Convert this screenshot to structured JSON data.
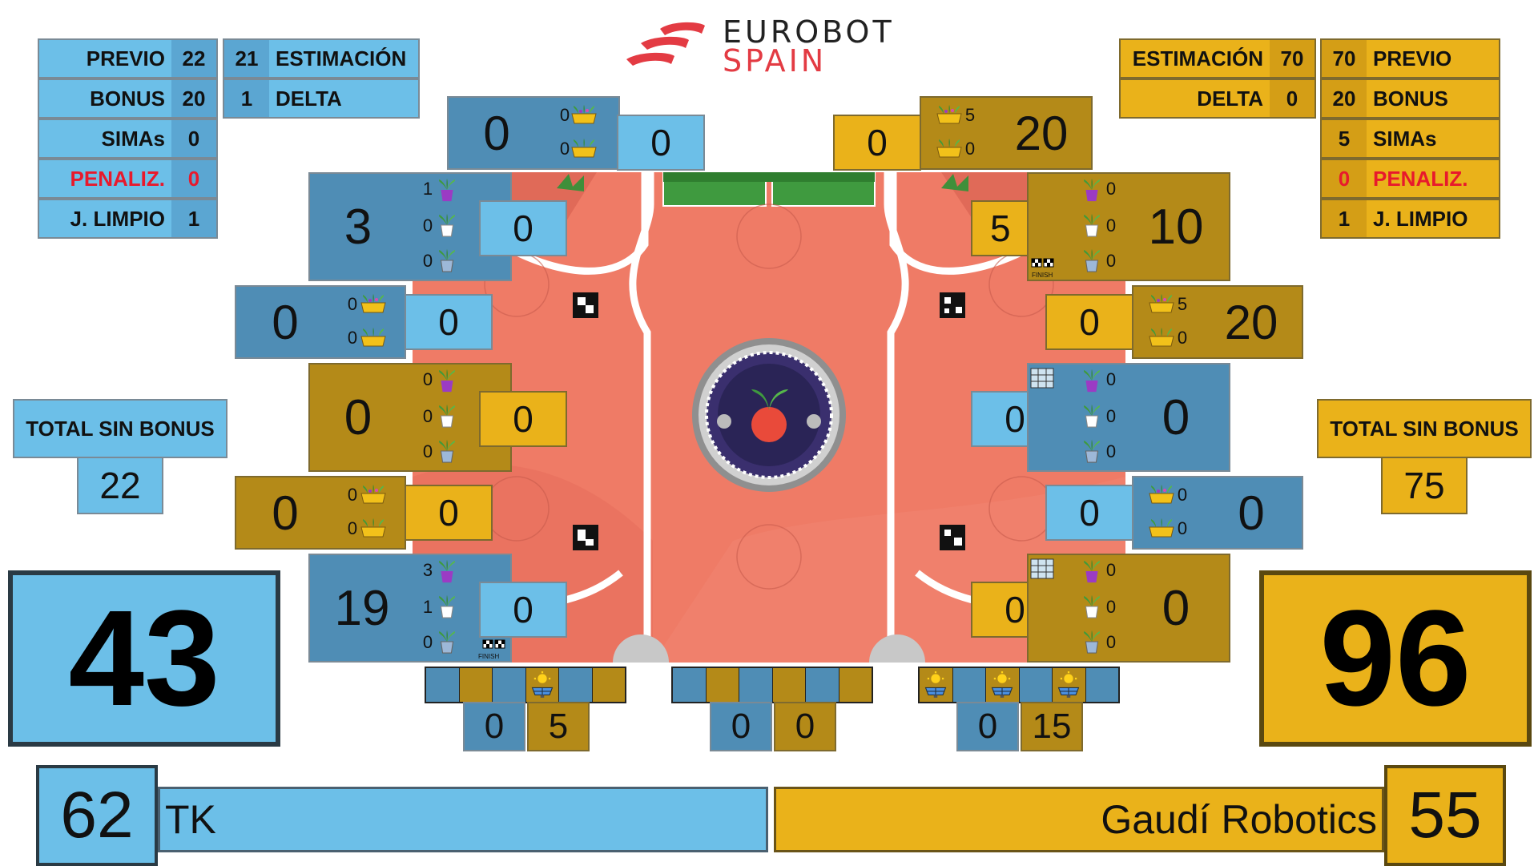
{
  "logo": {
    "line1": "EUROBOT",
    "line2": "SPAIN"
  },
  "colors": {
    "blue": "#6cbfe8",
    "yellow": "#eab21a",
    "red": "#e8192c"
  },
  "blue": {
    "stats": [
      {
        "label": "PREVIO",
        "value": "22"
      },
      {
        "label": "BONUS",
        "value": "20"
      },
      {
        "label": "SIMAs",
        "value": "0"
      },
      {
        "label": "PENALIZ.",
        "value": "0"
      },
      {
        "label": "J. LIMPIO",
        "value": "1"
      }
    ],
    "estimacion": {
      "label": "ESTIMACIÓN",
      "value": "21"
    },
    "delta": {
      "label": "DELTA",
      "value": "1"
    },
    "total_label": "TOTAL SIN BONUS",
    "total_value": "22",
    "score": "43",
    "team_score": "62",
    "team_name": "TK"
  },
  "yellow": {
    "stats": [
      {
        "label": "PREVIO",
        "value": "70"
      },
      {
        "label": "BONUS",
        "value": "20"
      },
      {
        "label": "SIMAs",
        "value": "5"
      },
      {
        "label": "PENALIZ.",
        "value": "0"
      },
      {
        "label": "J. LIMPIO",
        "value": "1"
      }
    ],
    "estimacion": {
      "label": "ESTIMACIÓN",
      "value": "70"
    },
    "delta": {
      "label": "DELTA",
      "value": "0"
    },
    "total_label": "TOTAL SIN BONUS",
    "total_value": "75",
    "score": "96",
    "team_score": "55",
    "team_name": "Gaudí Robotics"
  },
  "zones": {
    "top_blue": {
      "score": "0",
      "c1": "0",
      "c2": "0",
      "side": "0"
    },
    "top_yellow": {
      "score": "20",
      "c1": "5",
      "c2": "0",
      "side": "0"
    },
    "left": [
      {
        "score": "3",
        "c1": "1",
        "c2": "0",
        "c3": "0",
        "side": "0"
      },
      {
        "score": "0",
        "c1": "0",
        "c2": "0",
        "side": "0"
      },
      {
        "score": "0",
        "c1": "0",
        "c2": "0",
        "c3": "0",
        "side": "0"
      },
      {
        "score": "0",
        "c1": "0",
        "c2": "0",
        "side": "0"
      },
      {
        "score": "19",
        "c1": "3",
        "c2": "1",
        "c3": "0",
        "side": "0"
      }
    ],
    "right": [
      {
        "score": "10",
        "c1": "0",
        "c2": "0",
        "c3": "0",
        "side": "5"
      },
      {
        "score": "20",
        "c1": "5",
        "c2": "0",
        "side": "0"
      },
      {
        "score": "0",
        "c1": "0",
        "c2": "0",
        "c3": "0",
        "side": "0"
      },
      {
        "score": "0",
        "c1": "0",
        "c2": "0",
        "side": "0"
      },
      {
        "score": "0",
        "c1": "0",
        "c2": "0",
        "c3": "0",
        "side": "0"
      }
    ],
    "finish_label": "FINISH"
  },
  "solar": [
    {
      "blue": "0",
      "yellow": "5"
    },
    {
      "blue": "0",
      "yellow": "0"
    },
    {
      "blue": "0",
      "yellow": "15"
    }
  ],
  "icons": [
    "plant-pot-icon",
    "planter-icon",
    "ladybug-icon",
    "finish-flag-icon",
    "solar-panel-icon"
  ]
}
